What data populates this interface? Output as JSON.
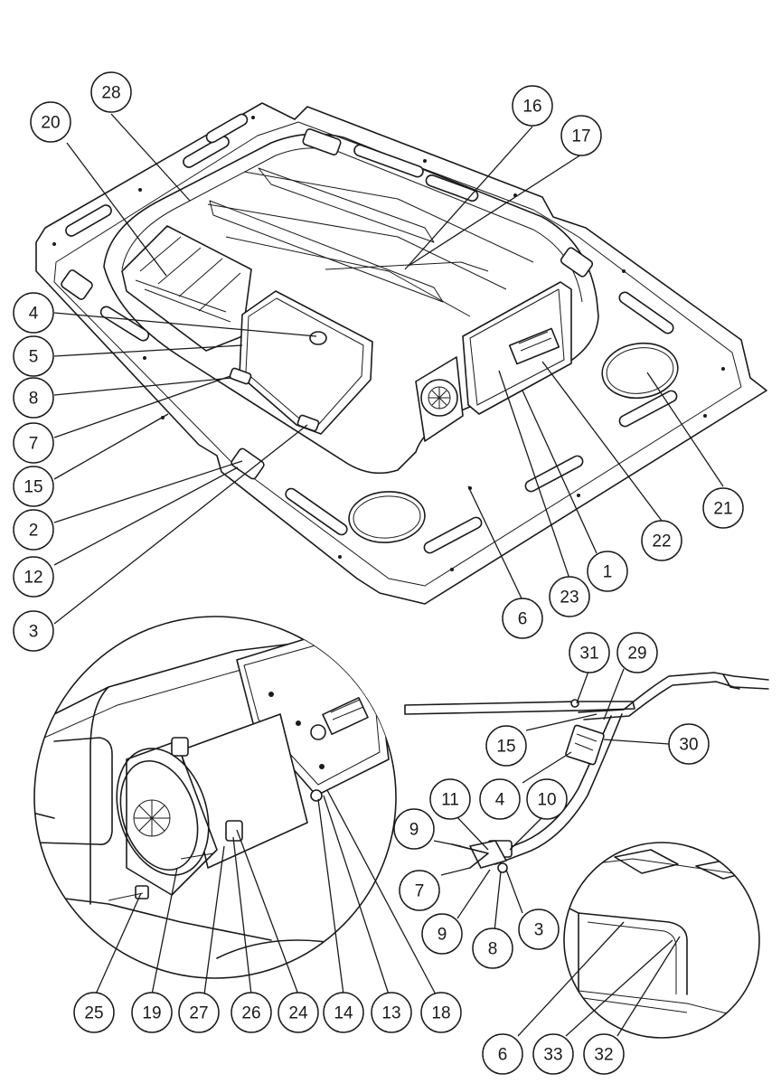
{
  "colors": {
    "line": "#1a1a1a",
    "background": "#ffffff"
  },
  "callouts": [
    {
      "id": "c28",
      "label": "28"
    },
    {
      "id": "c20",
      "label": "20"
    },
    {
      "id": "c16",
      "label": "16"
    },
    {
      "id": "c17",
      "label": "17"
    },
    {
      "id": "c4a",
      "label": "4"
    },
    {
      "id": "c5",
      "label": "5"
    },
    {
      "id": "c8a",
      "label": "8"
    },
    {
      "id": "c7a",
      "label": "7"
    },
    {
      "id": "c15a",
      "label": "15"
    },
    {
      "id": "c2",
      "label": "2"
    },
    {
      "id": "c12",
      "label": "12"
    },
    {
      "id": "c3a",
      "label": "3"
    },
    {
      "id": "c21",
      "label": "21"
    },
    {
      "id": "c22",
      "label": "22"
    },
    {
      "id": "c1",
      "label": "1"
    },
    {
      "id": "c23",
      "label": "23"
    },
    {
      "id": "c6a",
      "label": "6"
    },
    {
      "id": "c31",
      "label": "31"
    },
    {
      "id": "c29",
      "label": "29"
    },
    {
      "id": "c15b",
      "label": "15"
    },
    {
      "id": "c30",
      "label": "30"
    },
    {
      "id": "c4b",
      "label": "4"
    },
    {
      "id": "c11",
      "label": "11"
    },
    {
      "id": "c10",
      "label": "10"
    },
    {
      "id": "c9a",
      "label": "9"
    },
    {
      "id": "c7b",
      "label": "7"
    },
    {
      "id": "c9b",
      "label": "9"
    },
    {
      "id": "c8b",
      "label": "8"
    },
    {
      "id": "c3b",
      "label": "3"
    },
    {
      "id": "c25",
      "label": "25"
    },
    {
      "id": "c19",
      "label": "19"
    },
    {
      "id": "c27",
      "label": "27"
    },
    {
      "id": "c26",
      "label": "26"
    },
    {
      "id": "c24",
      "label": "24"
    },
    {
      "id": "c14",
      "label": "14"
    },
    {
      "id": "c13",
      "label": "13"
    },
    {
      "id": "c18",
      "label": "18"
    },
    {
      "id": "c6b",
      "label": "6"
    },
    {
      "id": "c33",
      "label": "33"
    },
    {
      "id": "c32",
      "label": "32"
    }
  ]
}
